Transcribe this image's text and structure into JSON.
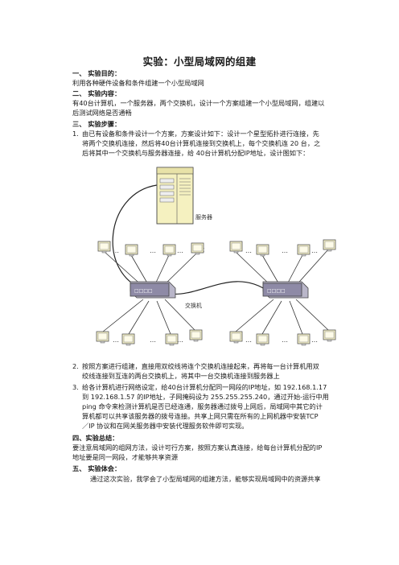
{
  "title": "实验：小型局域网的组建",
  "s1": {
    "heading": "一、 实验目的：",
    "text": "利用各种硬件设备和条件组建一个小型局域网"
  },
  "s2": {
    "heading": "二、 实验内容：",
    "lines": [
      "有40台计算机，一个服务器，两个交换机，设计一个方案组建一个小型局域网，组建以",
      "后测试网络是否通畅"
    ]
  },
  "s3": {
    "heading": "三、 实验步骤：",
    "step1": {
      "num": "1.",
      "lines": [
        "由已有设备和条件设计一个方案，方案设计如下：设计一个星型拓扑进行连接，先",
        "将两个交换机连接，然后将40台计算机连接到交换机上，每个交换机连 20 台，之",
        "后将其中一个交换机与服务器连接，给 40台计算机分配IP地址，设计图如下："
      ]
    },
    "step2": {
      "num": "2.",
      "lines": [
        "按照方案进行组建，直接用双绞线将连个交换机连接起来，再将每一台计算机用双",
        "绞线连接到互连的两台交换机上，将其中一台交换机连接到服务器上"
      ]
    },
    "step3": {
      "num": "3.",
      "lines": [
        "给各计算机进行网络设定，给40台计算机分配同一网段的IP地址，如 192.168.1.17",
        "到 192.168.1.57 的IP地址，子网掩码设为 255.255.255.240，通过开始-运行中用",
        "ping 命令来检测计算机是否已经连通，服务器通过拨号上网后，局域网中其它的计",
        "算机都可以共享该服务器的拨号连接。共享上网只需在所有的上网机器中安装TCP",
        "／IP 协议和在网关服务器中安装代理服务软件即可实现。"
      ]
    }
  },
  "s4": {
    "heading": "四、实验总结：",
    "lines": [
      "要注意局域网的组网方法，设计可行方案，按照方案认真连接，给每台计算机分配的IP",
      "地址要是同一网段，才能够共享资源"
    ]
  },
  "s5": {
    "heading": "五、 实验体会：",
    "lines": [
      "通过这次实验，我学会了小型局域网的组建方法，能够实现局域网中的资源共享"
    ]
  },
  "diagram": {
    "server_label": "服务器",
    "pc_label": "PC",
    "switch_label": "交换机",
    "dots": "…",
    "switch_port_text": "□□□□"
  }
}
